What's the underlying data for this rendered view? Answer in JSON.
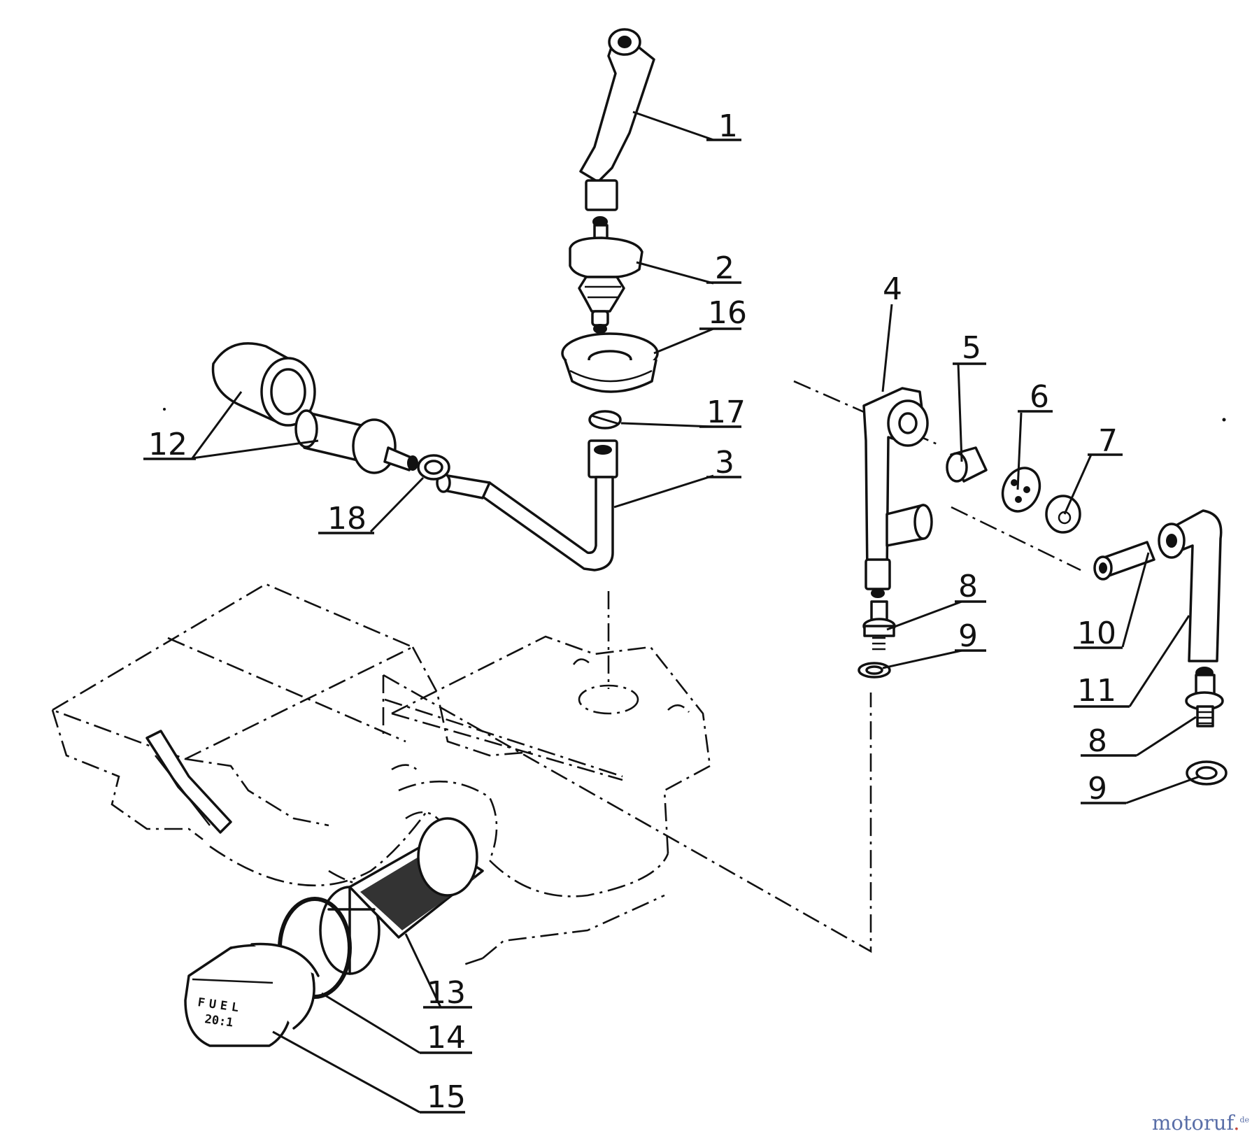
{
  "callouts": {
    "c1": "1",
    "c2": "2",
    "c3": "3",
    "c4": "4",
    "c5": "5",
    "c6": "6",
    "c7": "7",
    "c8a": "8",
    "c8b": "8",
    "c9a": "9",
    "c9b": "9",
    "c10": "10",
    "c11": "11",
    "c12": "12",
    "c13": "13",
    "c14": "14",
    "c15": "15",
    "c16": "16",
    "c17": "17",
    "c18": "18"
  },
  "fuel_cap": {
    "line1": "FUEL",
    "line2": "20:1"
  },
  "brand": {
    "part1": "motoruf",
    "part2": ".",
    "suffix": "de"
  },
  "colors": {
    "ink": "#111111",
    "brand_blue": "#5a6fa8",
    "brand_red": "#c4483c"
  }
}
